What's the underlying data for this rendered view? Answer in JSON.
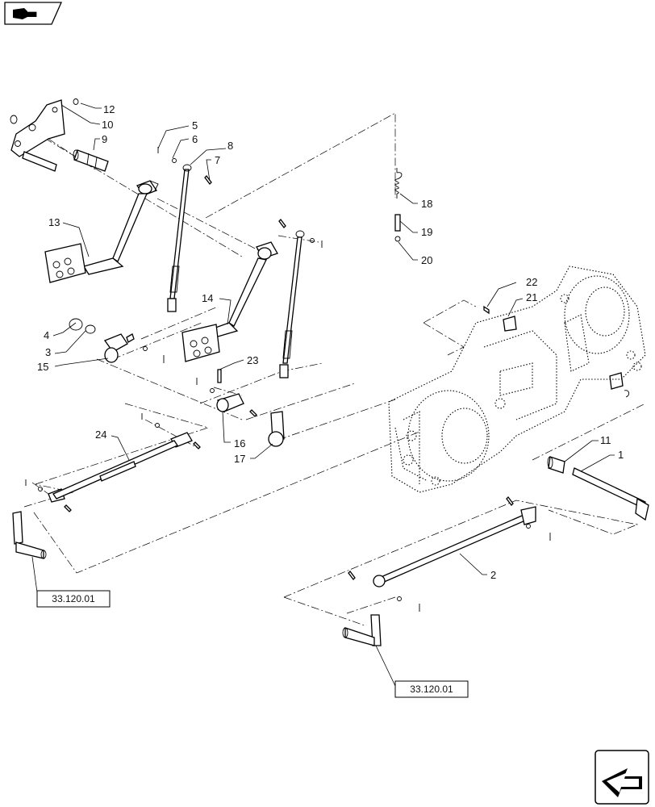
{
  "icons": {
    "top_nav": "previous-page-arrow-icon",
    "bottom_nav": "next-page-arrow-icon"
  },
  "callouts": {
    "c1": "1",
    "c2": "2",
    "c3": "3",
    "c4": "4",
    "c5": "5",
    "c6": "6",
    "c7": "7",
    "c8": "8",
    "c9": "9",
    "c10": "10",
    "c11": "11",
    "c12": "12",
    "c13": "13",
    "c14": "14",
    "c15": "15",
    "c16": "16",
    "c17": "17",
    "c18": "18",
    "c19": "19",
    "c20": "20",
    "c21": "21",
    "c22": "22",
    "c23": "23",
    "c24": "24"
  },
  "references": {
    "ref_left": "33.120.01",
    "ref_right": "33.120.01"
  }
}
